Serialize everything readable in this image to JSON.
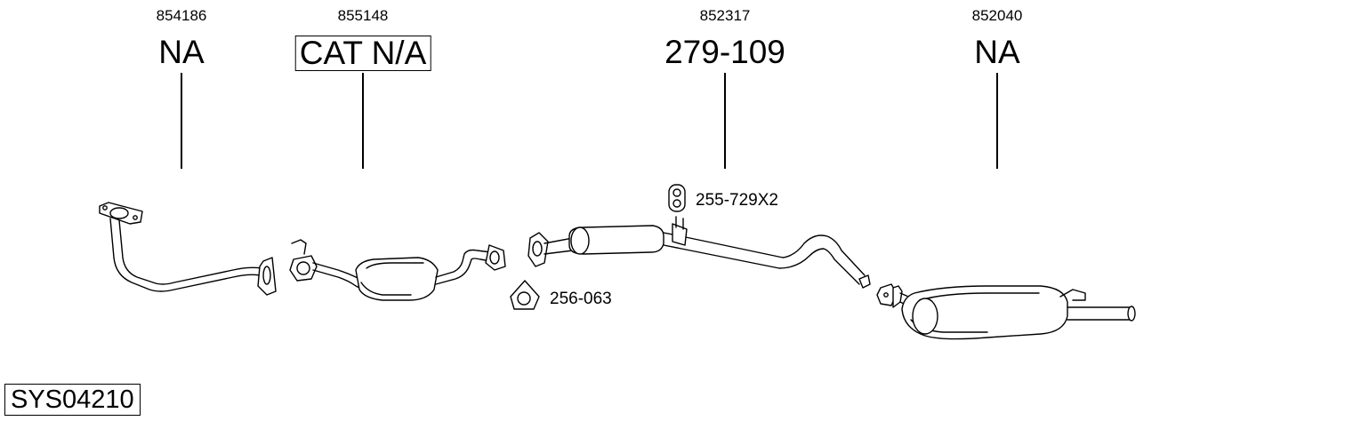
{
  "parts": [
    {
      "ref": "854186",
      "code": "NA",
      "boxed": false
    },
    {
      "ref": "855148",
      "code": "CAT N/A",
      "boxed": true
    },
    {
      "ref": "852317",
      "code": "279-109",
      "boxed": false
    },
    {
      "ref": "852040",
      "code": "NA",
      "boxed": false
    }
  ],
  "accessories": {
    "hanger": "255-729X2",
    "gasket": "256-063"
  },
  "system_code": "SYS04210"
}
